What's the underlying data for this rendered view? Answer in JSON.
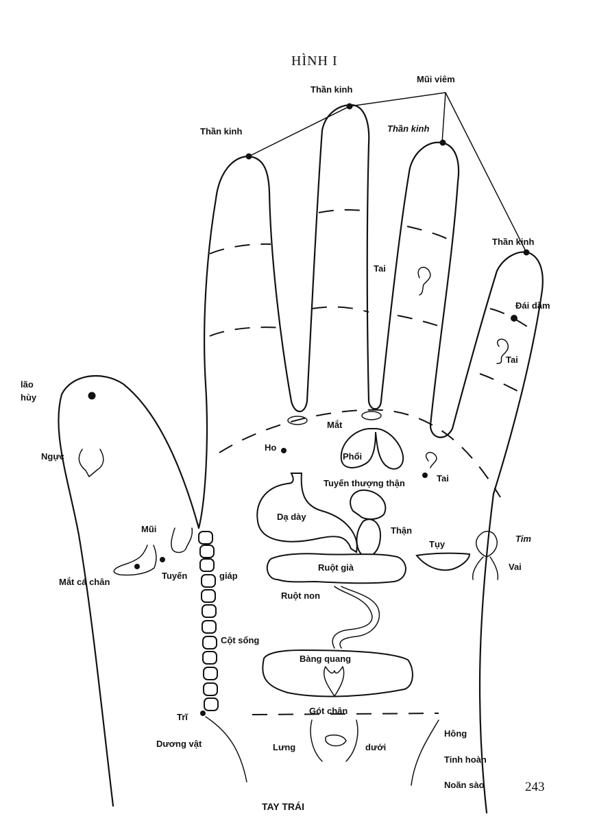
{
  "title": "HÌNH I",
  "caption": "TAY TRÁI",
  "page_number": "243",
  "labels": {
    "mui_viem": "Mũi viêm",
    "than_kinh_1": "Thần kinh",
    "than_kinh_2": "Thần kinh",
    "than_kinh_3": "Thần kinh",
    "than_kinh_4": "Thần kinh",
    "dai_dam": "Đái dầm",
    "tai_1": "Tai",
    "tai_2": "Tai",
    "tai_3": "Tai",
    "nao_1": "lão",
    "nao_2": "hùy",
    "nguc": "Ngực",
    "mat": "Mắt",
    "ho": "Ho",
    "phoi": "Phổi",
    "tuyen_thuong_than": "Tuyến thượng thận",
    "da_day": "Dạ dày",
    "than": "Thận",
    "tim": "Tim",
    "tuy": "Tụy",
    "vai": "Vai",
    "mui": "Mũi",
    "mat_ca_chan": "Mắt cá chân",
    "tuyen": "Tuyến",
    "giap": "giáp",
    "ruot_gia": "Ruột già",
    "ruot_non": "Ruột non",
    "cot_song": "Cột sống",
    "bang_quang": "Bàng quang",
    "tri": "Trĩ",
    "got_chan": "Gót chân",
    "duong_vat": "Dương vật",
    "lung": "Lưng",
    "duoi": "dưới",
    "hong": "Hông",
    "tinh_hoan": "Tinh hoàn",
    "noan_sao": "Noãn sào"
  }
}
